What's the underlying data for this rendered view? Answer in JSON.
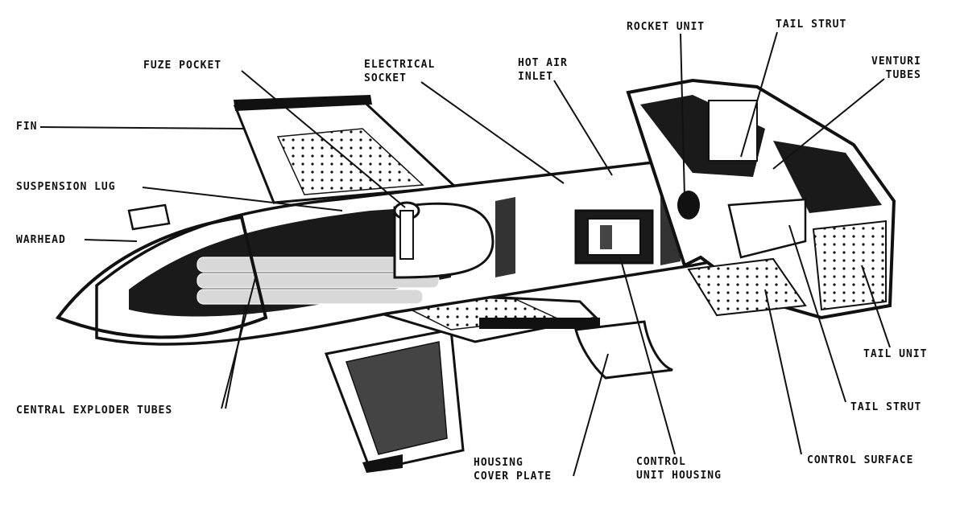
{
  "labels": {
    "fin": "FIN",
    "suspension_lug": "SUSPENSION LUG",
    "warhead": "WARHEAD",
    "central_exploder_tubes": "CENTRAL EXPLODER TUBES",
    "fuze_pocket": "FUZE POCKET",
    "electrical_socket": [
      "ELECTRICAL",
      "SOCKET"
    ],
    "hot_air_inlet": [
      "HOT AIR",
      "INLET"
    ],
    "rocket_unit": "ROCKET UNIT",
    "tail_strut_top": "TAIL STRUT",
    "venturi_tubes": [
      "VENTURI",
      "TUBES"
    ],
    "tail_unit": "TAIL UNIT",
    "tail_strut_bottom": "TAIL STRUT",
    "control_surface": "CONTROL SURFACE",
    "control_unit_housing": [
      "CONTROL",
      "UNIT HOUSING"
    ],
    "housing_cover_plate": [
      "HOUSING",
      "COVER PLATE"
    ]
  },
  "colors": {
    "ink": "#111111",
    "paper": "#ffffff",
    "shade": "#3a3a3a"
  }
}
